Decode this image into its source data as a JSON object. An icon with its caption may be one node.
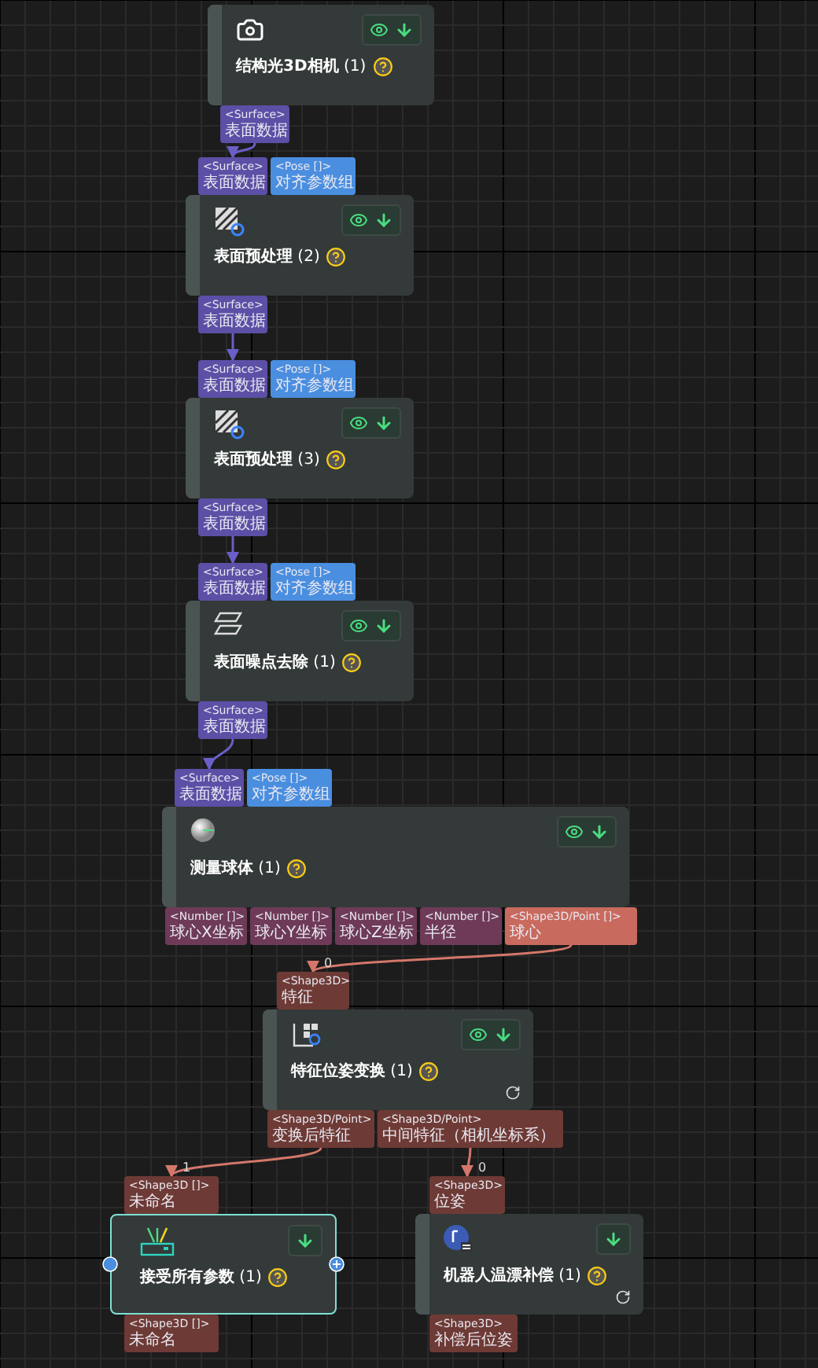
{
  "diagram": {
    "nodes": [
      {
        "text": [
          "**结构光3D相机** (1)"
        ]
      },
      {
        "text": [
          "<Surface>",
          "表面数据"
        ]
      },
      {
        "text": [
          "<Surface>",
          "表面数据"
        ]
      },
      {
        "text": [
          "<Pose []>",
          "对齐参数组"
        ]
      },
      {
        "text": [
          "**表面预处理** (2)"
        ]
      },
      {
        "text": [
          "<Surface>",
          "表面数据"
        ]
      },
      {
        "text": [
          "<Surface>",
          "表面数据"
        ]
      },
      {
        "text": [
          "<Pose []>",
          "对齐参数组"
        ]
      },
      {
        "text": [
          "**表面预处理** (3)"
        ]
      },
      {
        "text": [
          "<Surface>",
          "表面数据"
        ]
      },
      {
        "text": [
          "<Surface>",
          "表面数据"
        ]
      },
      {
        "text": [
          "<Pose []>",
          "对齐参数组"
        ]
      },
      {
        "text": [
          "**表面噪点去除** (1)"
        ]
      },
      {
        "text": [
          "<Surface>",
          "表面数据"
        ]
      },
      {
        "text": [
          "<Surface>",
          "表面数据"
        ]
      },
      {
        "text": [
          "<Pose []>",
          "对齐参数组"
        ]
      },
      {
        "text": [
          "**测量球体** (1)"
        ]
      },
      {
        "text": [
          "<Number []>",
          "球心X坐标"
        ]
      },
      {
        "text": [
          "<Number []>",
          "球心Y坐标"
        ]
      },
      {
        "text": [
          "<Number []>",
          "球心Z坐标"
        ]
      },
      {
        "text": [
          "<Number []>",
          "半径"
        ]
      },
      {
        "text": [
          "<Shape3D/Point []>",
          "球心"
        ]
      },
      {
        "text": [
          "<Shape3D>",
          "特征"
        ]
      },
      {
        "text": [
          "**特征位姿变换** (1)"
        ]
      },
      {
        "text": [
          "<Shape3D/Point>",
          "变换后特征"
        ]
      },
      {
        "text": [
          "<Shape3D/Point>",
          "中间特征（相机坐标系）"
        ]
      },
      {
        "text": [
          "<Shape3D []>",
          "未命名"
        ]
      },
      {
        "text": [
          "<Shape3D>",
          "位姿"
        ]
      },
      {
        "text": [
          "**接受所有参数** (1)"
        ]
      },
      {
        "text": [
          "**机器人温漂补偿** (1)"
        ]
      },
      {
        "text": [
          "<Shape3D []>",
          "未命名"
        ]
      },
      {
        "text": [
          "<Shape3D>",
          "补偿后位姿"
        ]
      }
    ],
    "edges": [
      {
        "from": 1,
        "to": 2,
        "arrow": "to"
      },
      {
        "from": 5,
        "to": 6,
        "arrow": "to"
      },
      {
        "from": 9,
        "to": 10,
        "arrow": "to"
      },
      {
        "from": 13,
        "to": 14,
        "arrow": "to"
      },
      {
        "from": 21,
        "to": 22,
        "arrow": "to",
        "label": "0",
        "color": "#d4776a"
      },
      {
        "from": 24,
        "to": 26,
        "arrow": "to",
        "label": "1",
        "color": "#d4776a"
      },
      {
        "from": 25,
        "to": 27,
        "arrow": "to",
        "label": "0",
        "color": "#d4776a"
      }
    ]
  }
}
